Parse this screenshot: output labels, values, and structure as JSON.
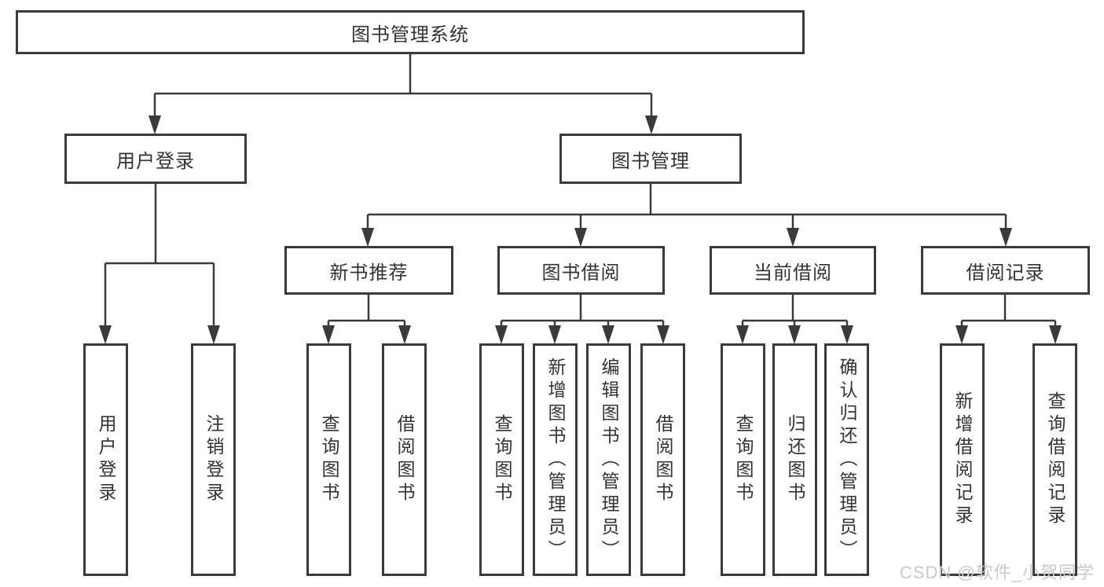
{
  "diagram_title": "图书管理系统",
  "colors": {
    "line": "#3a3a3a",
    "text": "#333333",
    "box_background": "#ffffff",
    "watermark": "#c9c9c9"
  },
  "watermark": {
    "text": "CSDN @软件_小贺同学"
  },
  "tree": {
    "root": {
      "label": "图书管理系统"
    },
    "branches": [
      {
        "label": "用户登录",
        "children": [
          {
            "label": "用户登录"
          },
          {
            "label": "注销登录"
          }
        ]
      },
      {
        "label": "图书管理",
        "children": [
          {
            "label": "新书推荐",
            "children": [
              {
                "label": "查询图书"
              },
              {
                "label": "借阅图书"
              }
            ]
          },
          {
            "label": "图书借阅",
            "children": [
              {
                "label": "查询图书"
              },
              {
                "label": "新增图书（管理员）"
              },
              {
                "label": "编辑图书（管理员）"
              },
              {
                "label": "借阅图书"
              }
            ]
          },
          {
            "label": "当前借阅",
            "children": [
              {
                "label": "查询图书"
              },
              {
                "label": "归还图书"
              },
              {
                "label": "确认归还（管理员）"
              }
            ]
          },
          {
            "label": "借阅记录",
            "children": [
              {
                "label": "新增借阅记录"
              },
              {
                "label": "查询借阅记录"
              }
            ]
          }
        ]
      }
    ]
  }
}
